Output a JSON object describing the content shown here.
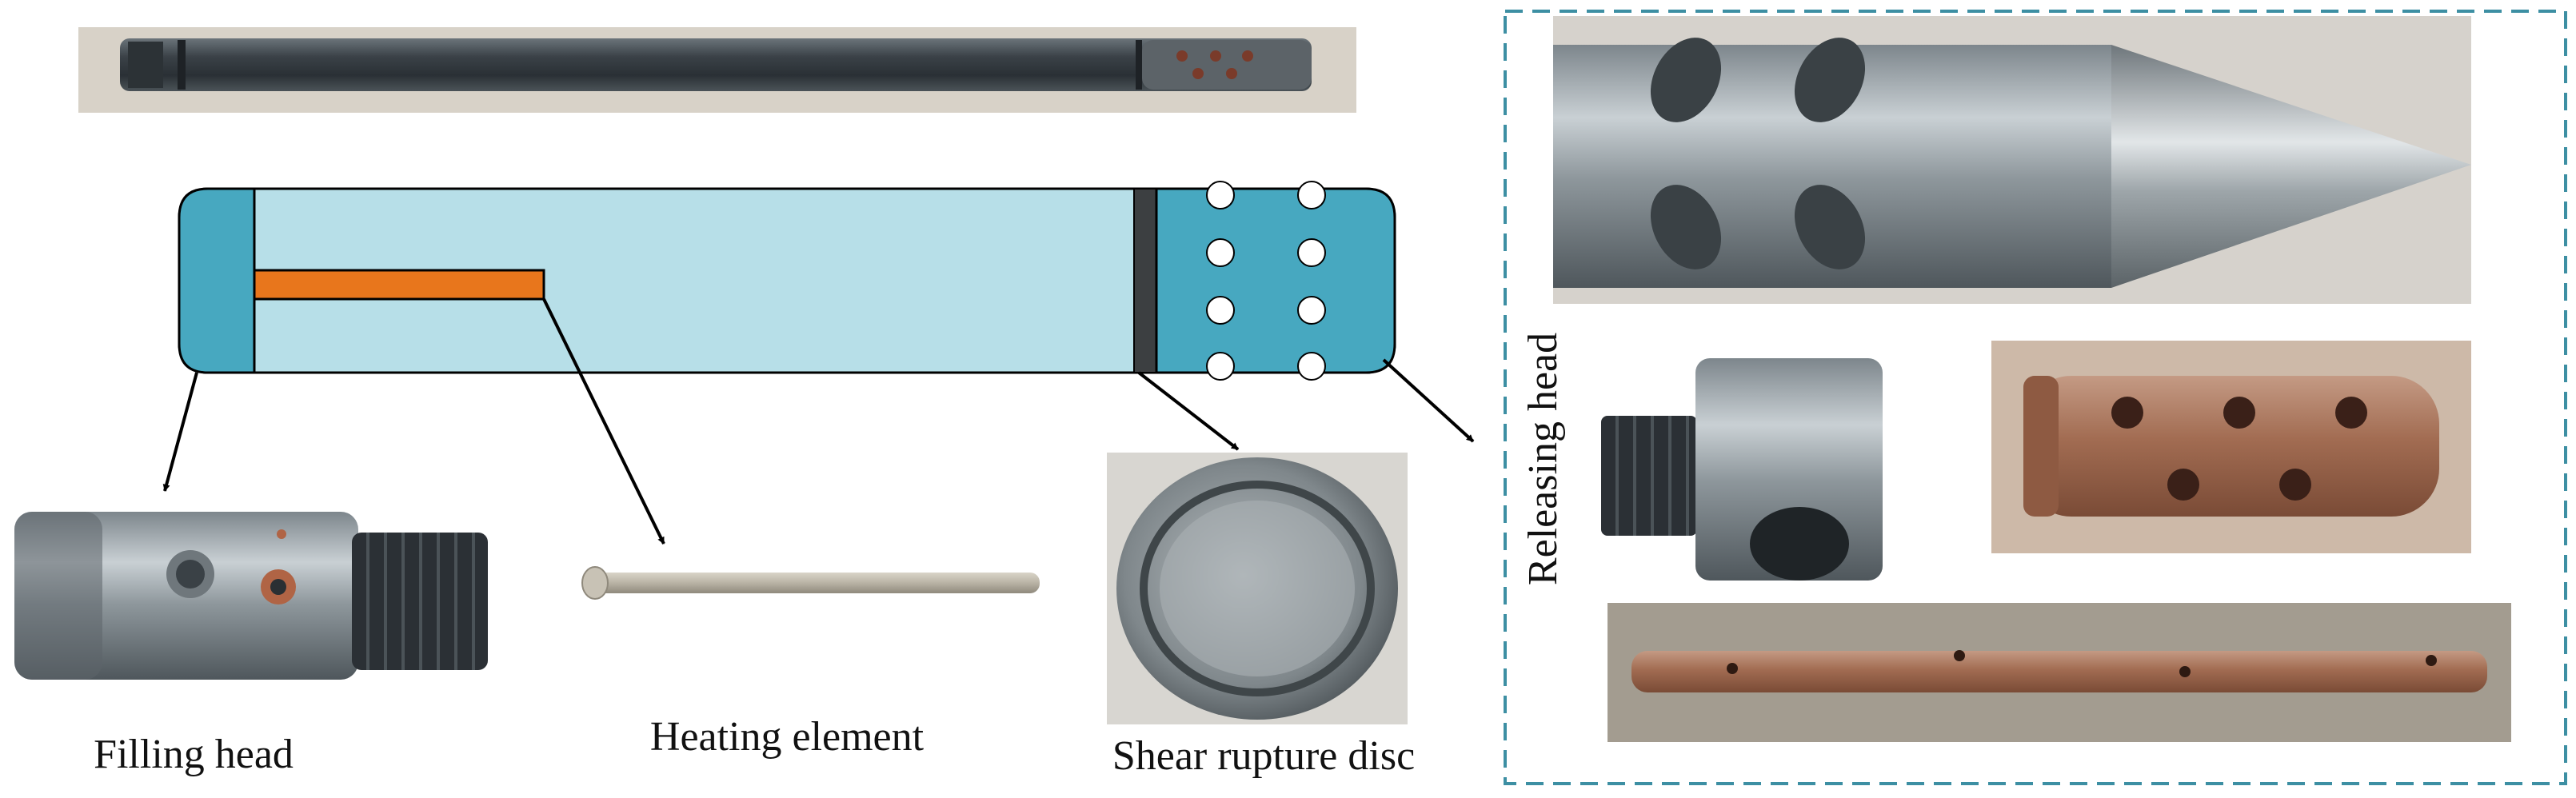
{
  "labels": {
    "filling_head": "Filling head",
    "heating_element": "Heating element",
    "shear_rupture_disc": "Shear rupture disc",
    "releasing_head": "Releasing head"
  },
  "colors": {
    "body_fill": "#b7dfe8",
    "end_cap": "#47a8c0",
    "heating_element": "#e8761c",
    "rupture_disc_band": "#3c3f41",
    "callout_border": "#3d8fa3",
    "steel": "#9aa3a8",
    "rust": "#a0674a",
    "backdrop": "#d9d4cc"
  },
  "icons": [
    "arrow-icon"
  ]
}
